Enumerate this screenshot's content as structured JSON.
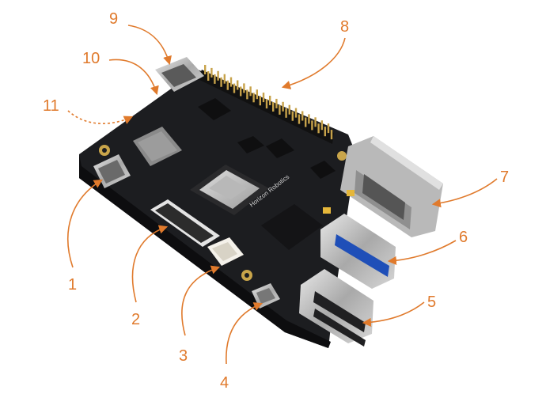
{
  "diagram": {
    "accent_color": "#e07a2c",
    "board_color": "#1c1d20",
    "callouts": [
      {
        "id": "1",
        "label": "1"
      },
      {
        "id": "2",
        "label": "2"
      },
      {
        "id": "3",
        "label": "3"
      },
      {
        "id": "4",
        "label": "4"
      },
      {
        "id": "5",
        "label": "5"
      },
      {
        "id": "6",
        "label": "6"
      },
      {
        "id": "7",
        "label": "7"
      },
      {
        "id": "8",
        "label": "8"
      },
      {
        "id": "9",
        "label": "9"
      },
      {
        "id": "10",
        "label": "10"
      },
      {
        "id": "11",
        "label": "11"
      }
    ],
    "chip_label": "Horizon Robotics"
  }
}
